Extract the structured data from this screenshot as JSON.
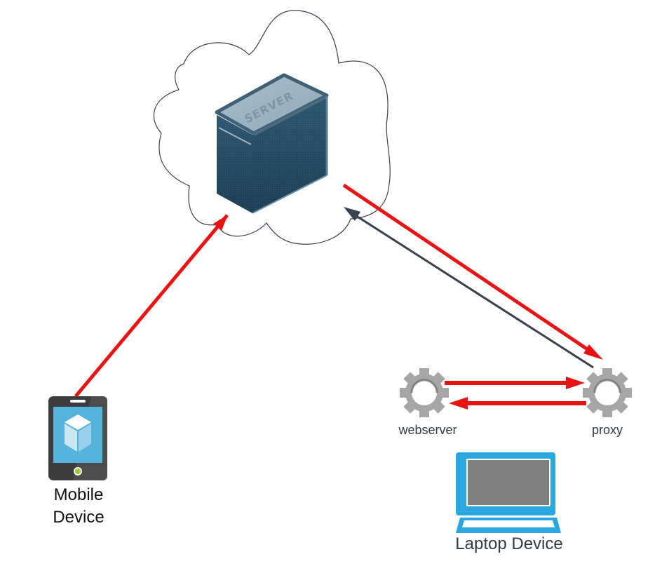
{
  "diagram": {
    "type": "network-topology",
    "nodes": {
      "cloud": {
        "label": "",
        "icon": "cloud-icon"
      },
      "server": {
        "label": "SERVER",
        "icon": "server-icon"
      },
      "mobile": {
        "label_line1": "Mobile",
        "label_line2": "Device",
        "icon": "mobile-phone-icon"
      },
      "webserver": {
        "label": "webserver",
        "icon": "gear-icon"
      },
      "proxy": {
        "label": "proxy",
        "icon": "gear-icon"
      },
      "laptop": {
        "label": "Laptop Device",
        "icon": "laptop-icon"
      }
    },
    "edges": [
      {
        "from": "mobile",
        "to": "server",
        "color": "#e81414"
      },
      {
        "from": "server",
        "to": "proxy",
        "color": "#e81414"
      },
      {
        "from": "proxy",
        "to": "server",
        "color": "#3a414d"
      },
      {
        "from": "webserver",
        "to": "proxy",
        "color": "#e81414"
      },
      {
        "from": "proxy",
        "to": "webserver",
        "color": "#e81414"
      }
    ],
    "colors": {
      "red_arrow": "#e81414",
      "dark_arrow": "#3a414d",
      "gear": "#a6a6a6",
      "laptop_frame": "#29a8e0",
      "laptop_screen": "#808080",
      "phone_body": "#444444",
      "phone_screen": "#56b4dc",
      "phone_button": "#a4c639",
      "server_top": "#9db4c4",
      "server_side": "#1f3d52"
    }
  }
}
